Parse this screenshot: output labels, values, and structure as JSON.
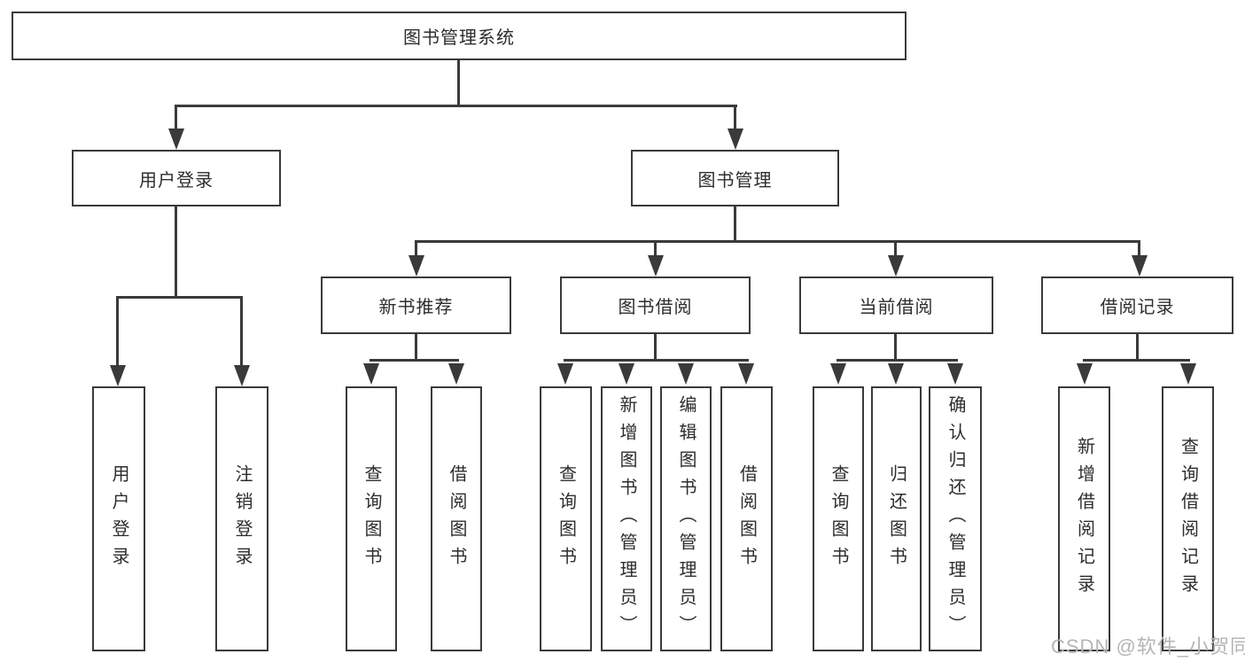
{
  "tree": {
    "root": {
      "label": "图书管理系统"
    },
    "branches": [
      {
        "label": "用户登录",
        "children": [
          {
            "label": "用户登录"
          },
          {
            "label": "注销登录"
          }
        ]
      },
      {
        "label": "图书管理",
        "children": [
          {
            "label": "新书推荐",
            "children": [
              {
                "label": "查询图书"
              },
              {
                "label": "借阅图书"
              }
            ]
          },
          {
            "label": "图书借阅",
            "children": [
              {
                "label": "查询图书"
              },
              {
                "label": "新增图书（管理员）"
              },
              {
                "label": "编辑图书（管理员）"
              },
              {
                "label": "借阅图书"
              }
            ]
          },
          {
            "label": "当前借阅",
            "children": [
              {
                "label": "查询图书"
              },
              {
                "label": "归还图书"
              },
              {
                "label": "确认归还（管理员）"
              }
            ]
          },
          {
            "label": "借阅记录",
            "children": [
              {
                "label": "新增借阅记录"
              },
              {
                "label": "查询借阅记录"
              }
            ]
          }
        ]
      }
    ]
  },
  "watermark": {
    "text": "CSDN @软件_小贺同学",
    "color": "#b5b5b5"
  },
  "colors": {
    "border": "#3a3a3a",
    "text": "#2d2d2d",
    "background": "#ffffff"
  }
}
